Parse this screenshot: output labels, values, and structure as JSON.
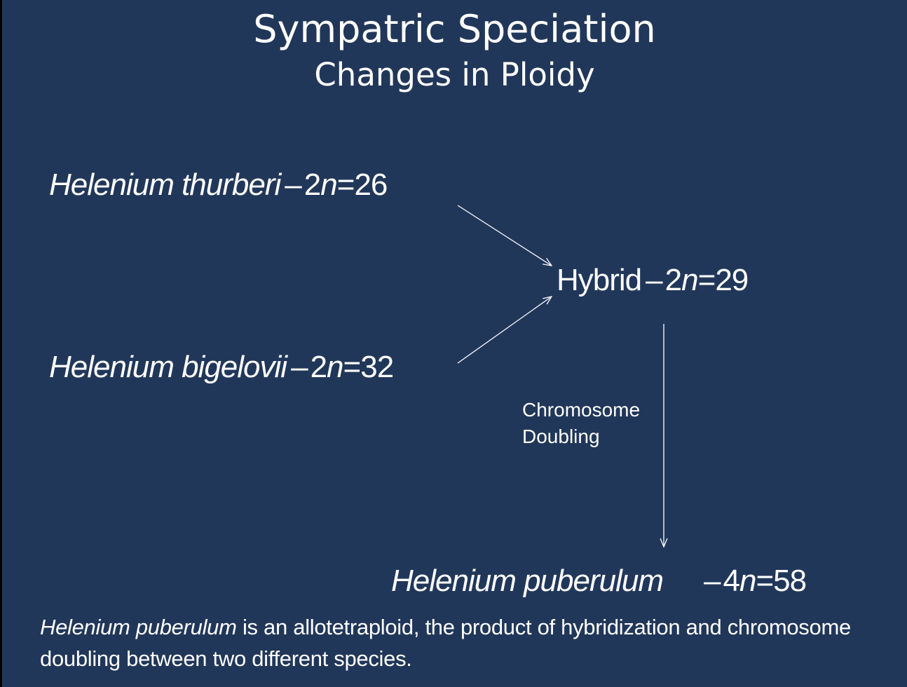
{
  "title": {
    "main": "Sympatric Speciation",
    "subtitle": "Changes in Ploidy"
  },
  "diagram": {
    "parent_a": {
      "name": "Helenium thurberi",
      "dash": "–",
      "ploidy_coefficient": "2",
      "ploidy_symbol": "n",
      "equals": "=",
      "count": "26"
    },
    "parent_b": {
      "name": "Helenium bigelovii",
      "dash": "–",
      "ploidy_coefficient": "2",
      "ploidy_symbol": "n",
      "equals": "=",
      "count": "32"
    },
    "hybrid": {
      "name": "Hybrid",
      "dash": "–",
      "ploidy_coefficient": "2",
      "ploidy_symbol": "n",
      "equals": "=",
      "count": "29"
    },
    "doubling_label": {
      "line1": "Chromosome",
      "line2": "Doubling"
    },
    "product": {
      "name": "Helenium puberulum",
      "dash": "–",
      "ploidy_coefficient": "4",
      "ploidy_symbol": "n",
      "equals": "=",
      "count": "58"
    }
  },
  "caption": {
    "species": "Helenium puberulum",
    "text": " is an allotetraploid, the product of hybridization and chromosome doubling between two different species."
  },
  "colors": {
    "background": "#21375a",
    "text": "#ffffff",
    "arrows": "#ffffff"
  }
}
